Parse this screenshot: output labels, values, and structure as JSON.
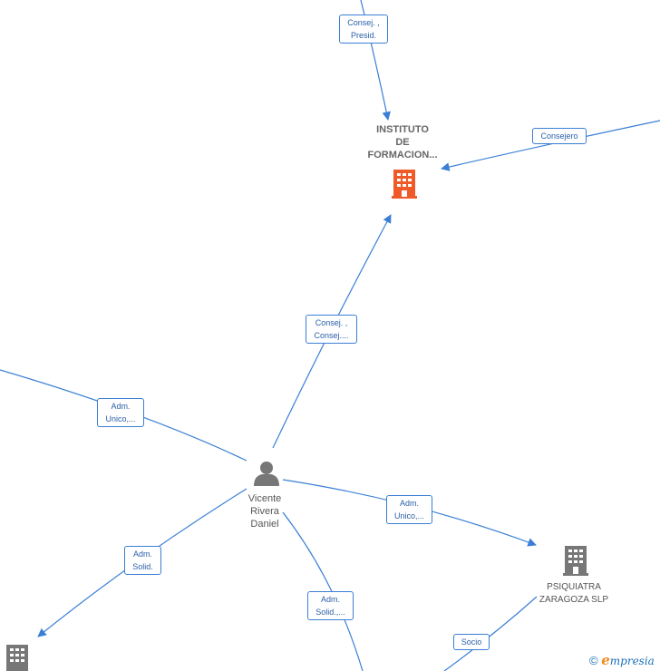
{
  "nodes": {
    "instituto": {
      "label_lines": [
        "INSTITUTO",
        "DE",
        "FORMACION..."
      ],
      "icon": "building-icon",
      "color": "#f05a28"
    },
    "vicente": {
      "label_lines": [
        "Vicente",
        "Rivera",
        "Daniel"
      ],
      "icon": "person-icon",
      "color": "#777777"
    },
    "psiquiatra": {
      "label_lines": [
        "PSIQUIATRA",
        "ZARAGOZA SLP"
      ],
      "icon": "building-icon",
      "color": "#777777"
    },
    "company_bottom_left": {
      "icon": "building-icon",
      "color": "#777777"
    }
  },
  "edges": {
    "top_consej_presid": [
      "Consej. ,",
      "Presid."
    ],
    "right_consejero": [
      "Consejero"
    ],
    "vicente_instituto": [
      "Consej. ,",
      "Consej...."
    ],
    "left_adm_unico": [
      "Adm.",
      "Unico,..."
    ],
    "vicente_psiquiatra": [
      "Adm.",
      "Unico,..."
    ],
    "vicente_bottomleft": [
      "Adm.",
      "Solid."
    ],
    "vicente_bottom": [
      "Adm.",
      "Solid.,..."
    ],
    "psiquiatra_socio": [
      "Socio"
    ]
  },
  "footer": {
    "copyright_symbol": "©",
    "brand_first": "e",
    "brand_rest": "mpresia"
  },
  "colors": {
    "edge": "#3a7fd5",
    "accent_company": "#f05a28",
    "neutral_icon": "#777777"
  }
}
